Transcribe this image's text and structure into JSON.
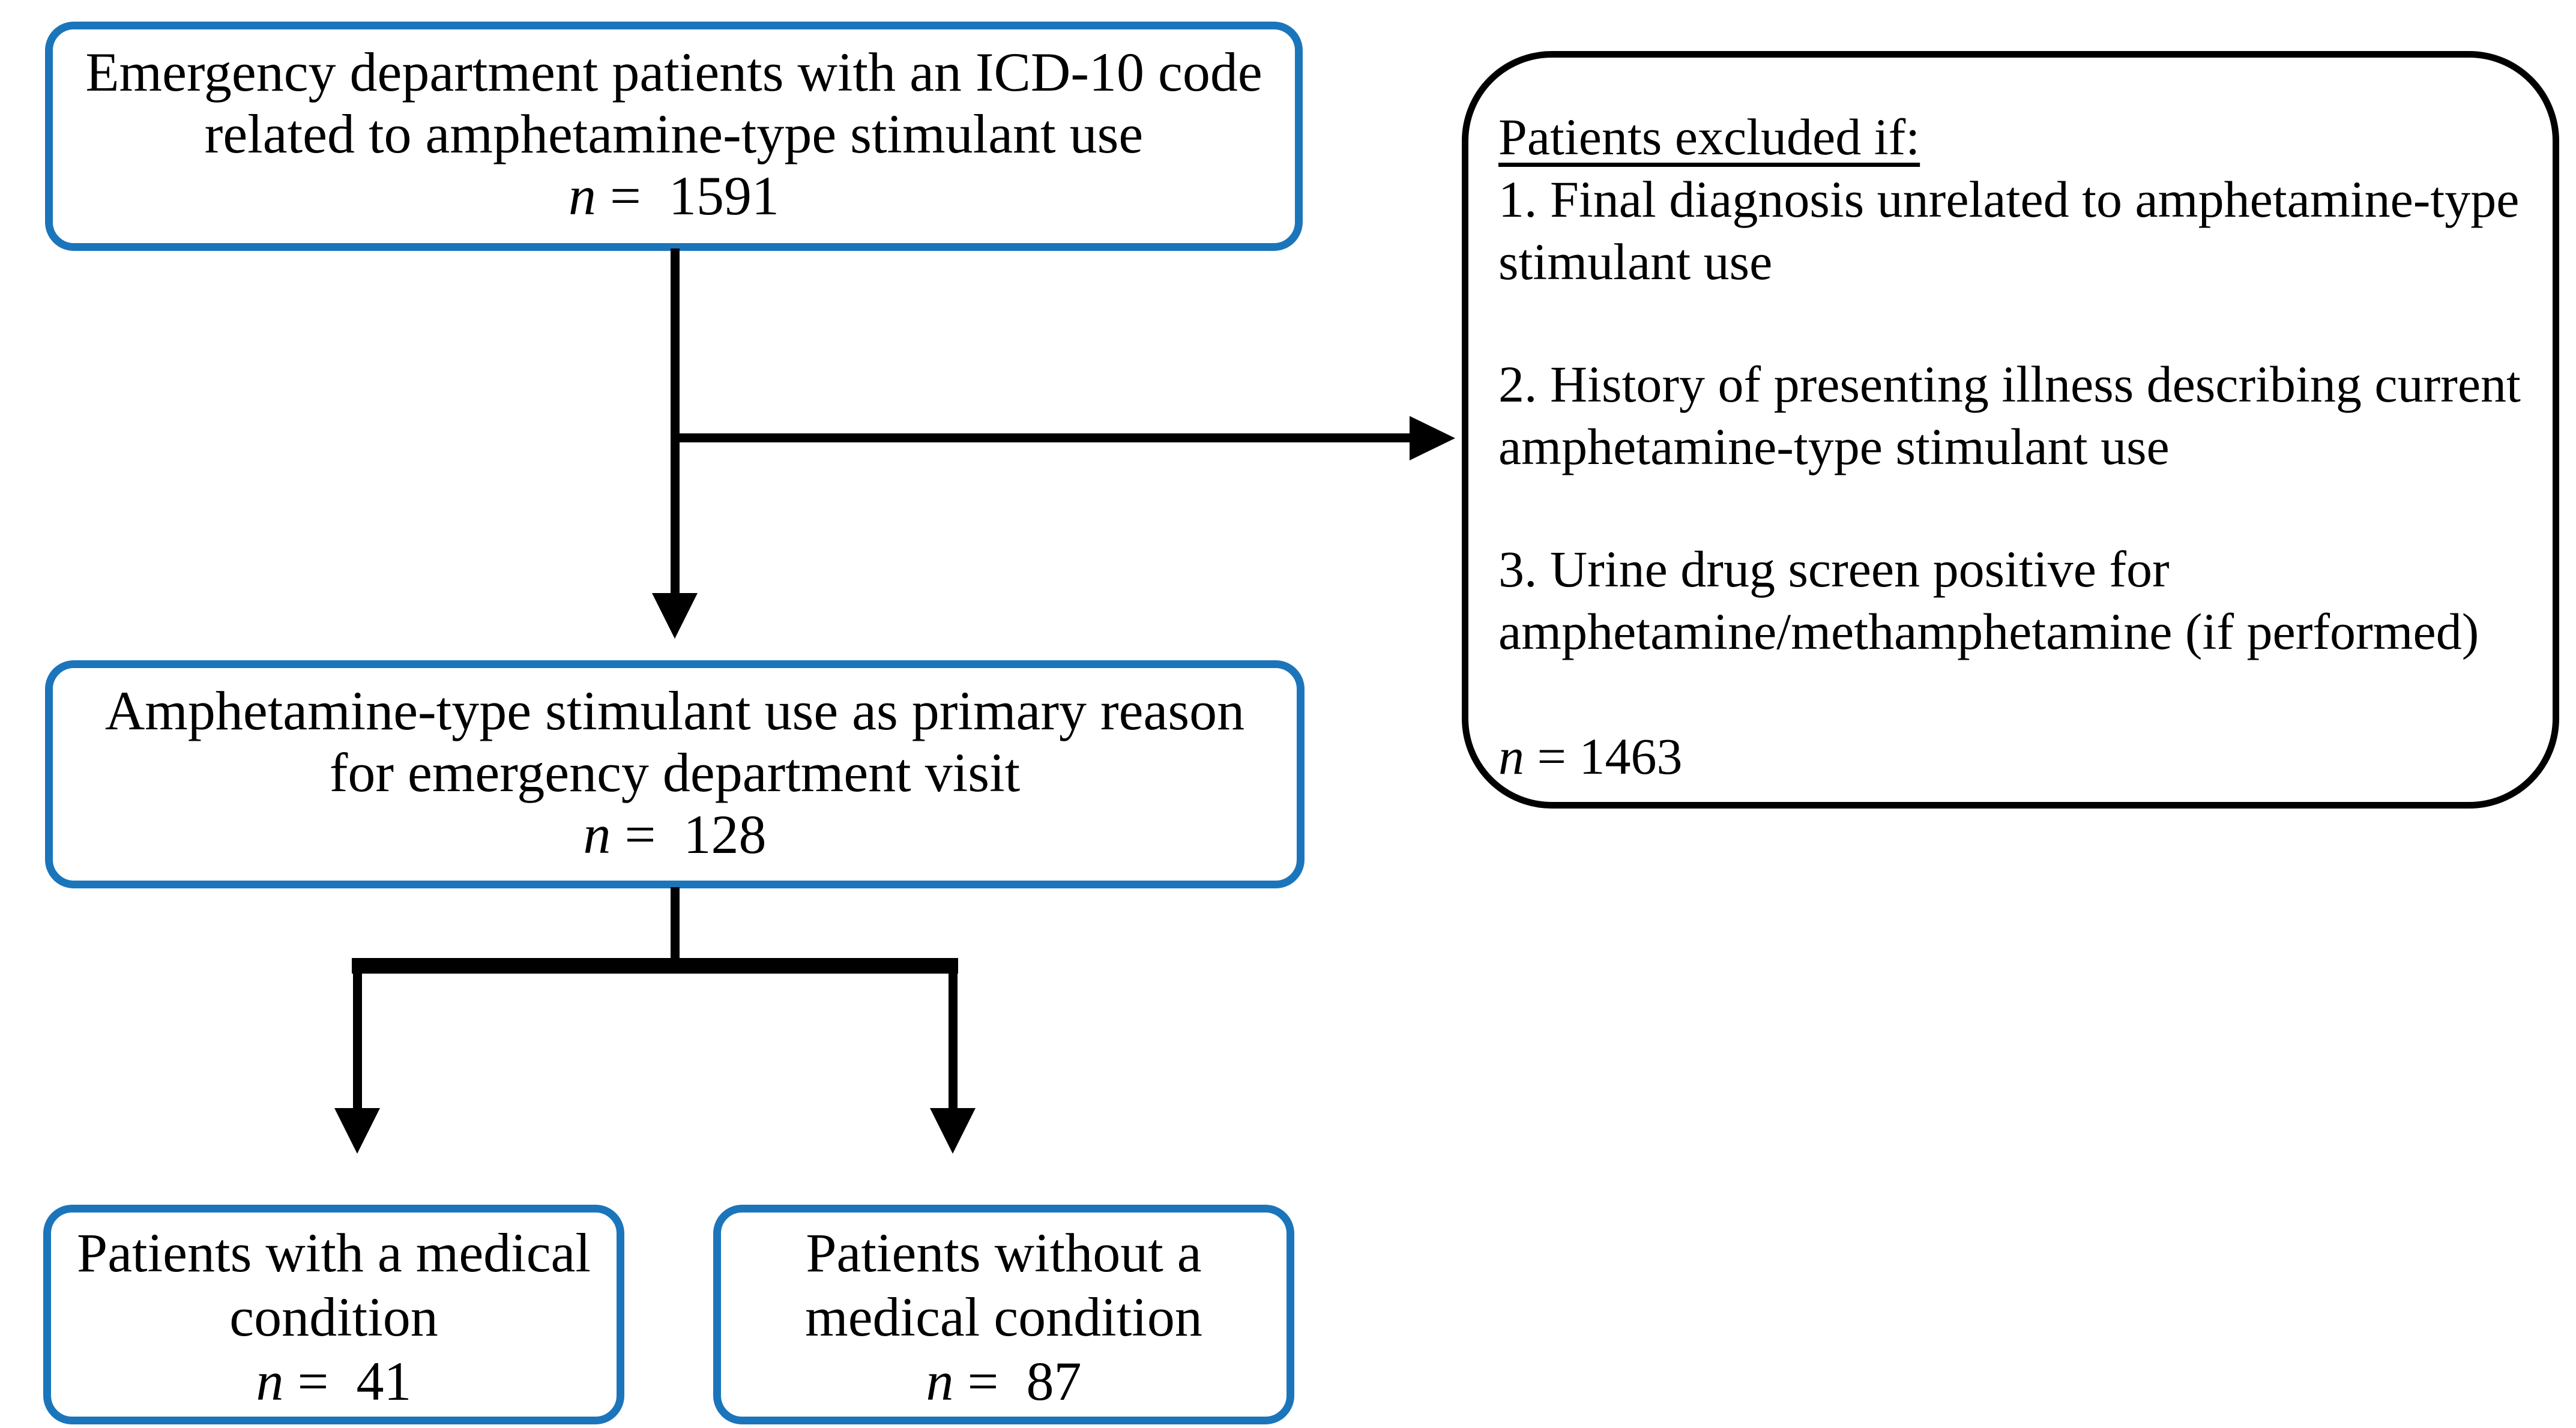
{
  "colors": {
    "box_border_blue": "#1B75BB",
    "box_border_black": "#000000",
    "connector_black": "#000000",
    "background": "#FFFFFF",
    "text": "#000000"
  },
  "flowchart": {
    "eligible_box": {
      "lines": [
        "Emergency department patients with an ICD-10 code",
        "related to amphetamine-type stimulant use"
      ],
      "count": {
        "var": "n",
        "eq": " =  ",
        "value": "1591"
      }
    },
    "excluded_box": {
      "title": "Patients excluded if:",
      "items": [
        {
          "lines": [
            "1. Final diagnosis unrelated to amphetamine-type",
            "stimulant use"
          ]
        },
        {
          "lines": [
            "2. History of presenting illness describing current",
            "amphetamine-type stimulant use"
          ]
        },
        {
          "lines": [
            "3. Urine drug screen positive for",
            "amphetamine/methamphetamine (if performed)"
          ]
        }
      ],
      "count": {
        "var": "n",
        "eq": " = ",
        "value": "1463"
      }
    },
    "primary_box": {
      "lines": [
        "Amphetamine-type stimulant use as primary reason",
        "for emergency department visit"
      ],
      "count": {
        "var": "n",
        "eq": " =  ",
        "value": "128"
      }
    },
    "medical_box": {
      "lines": [
        "Patients with a medical",
        "condition"
      ],
      "count": {
        "var": "n",
        "eq": " =  ",
        "value": "41"
      }
    },
    "no_medical_box": {
      "lines": [
        "Patients without a",
        "medical condition"
      ],
      "count": {
        "var": "n",
        "eq": " =  ",
        "value": "87"
      }
    }
  }
}
